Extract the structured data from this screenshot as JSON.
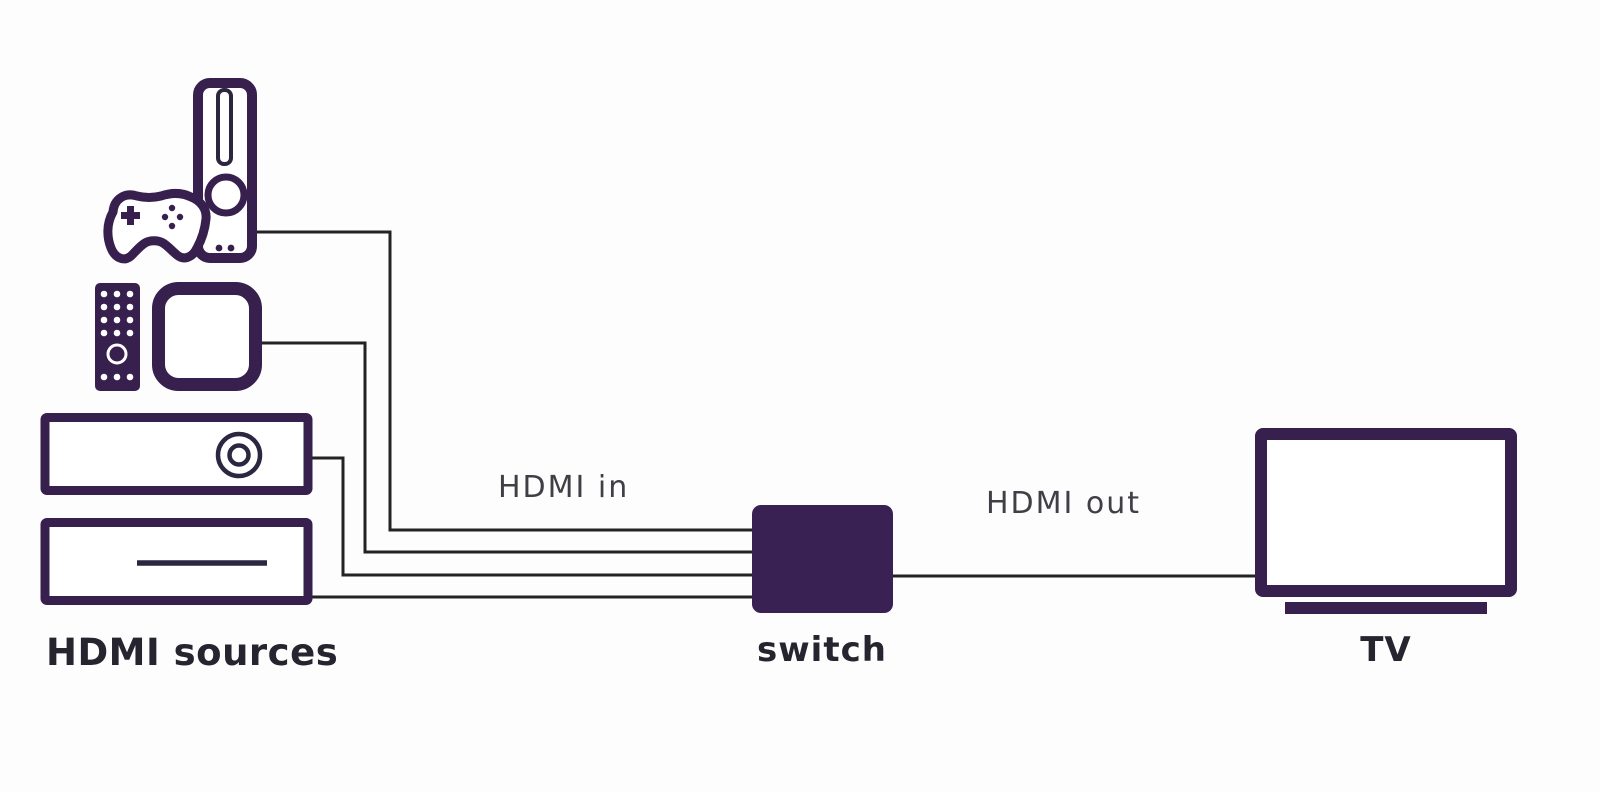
{
  "diagram": {
    "type": "hdmi-switch-wiring-diagram",
    "sources": {
      "label": "HDMI sources",
      "devices": [
        "game-console-icon",
        "gamepad-icon",
        "remote-control-icon",
        "streaming-box-icon",
        "disc-player-icon",
        "media-box-icon"
      ]
    },
    "switch": {
      "label": "switch",
      "inputs": 4,
      "outputs": 1
    },
    "tv": {
      "label": "TV"
    },
    "connections": {
      "input_label": "HDMI in",
      "output_label": "HDMI out"
    },
    "colors": {
      "icon_purple": "#371f4e",
      "switch_fill": "#3a2153",
      "wire": "#232323",
      "detail_dark": "#2c2640",
      "heading_text": "#26242e",
      "wire_label_text": "#3f3f46",
      "background": "#fdfdfe"
    }
  }
}
